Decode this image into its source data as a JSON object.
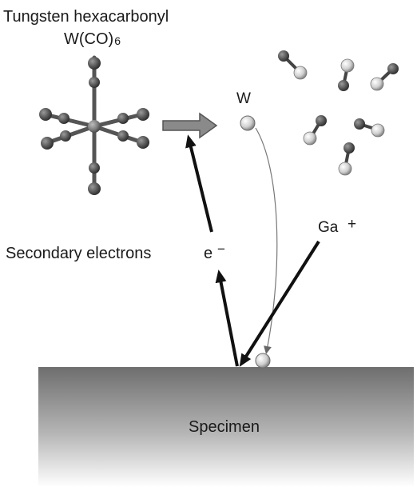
{
  "title": {
    "line1": "Tungsten hexacarbonyl",
    "line2": "W(CO)",
    "line2_subscript": "6"
  },
  "labels": {
    "tungsten_atom": "W",
    "gallium_ion": "Ga",
    "gallium_ion_charge": "+",
    "secondary_electrons": "Secondary electrons",
    "electron": "e",
    "electron_charge": "−",
    "specimen": "Specimen"
  },
  "colors": {
    "specimen_top": "#6e6e6e",
    "specimen_bottom": "#ffffff",
    "arrow_fill": "#8a8a8a",
    "arrow_black": "#111111"
  }
}
